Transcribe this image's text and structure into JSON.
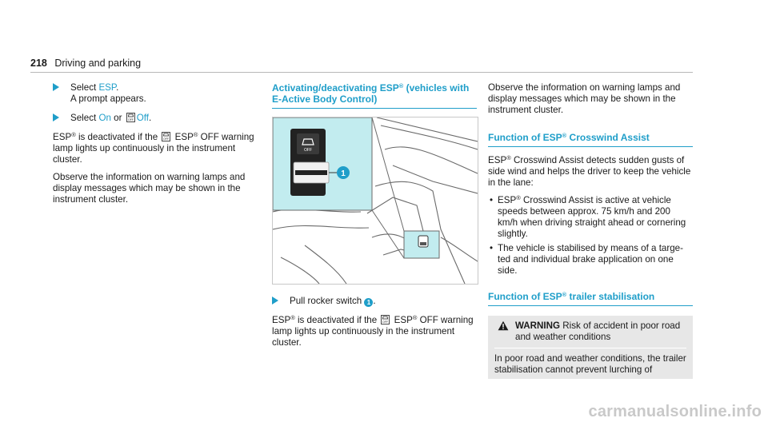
{
  "header": {
    "page_number": "218",
    "section": "Driving and parking"
  },
  "col1": {
    "step1_prefix": "Select ",
    "step1_link": "ESP",
    "step1_suffix": ".",
    "step1_line2": "A prompt appears.",
    "step2_prefix": "Select ",
    "step2_on": "On",
    "step2_or": " or ",
    "step2_off": "Off",
    "step2_suffix": ".",
    "p1_a": "ESP",
    "p1_b": " is deactivated if the ",
    "p1_c": " ESP",
    "p1_d": " OFF warn­ing lamp lights up continuously in the instrument cluster.",
    "p2": "Observe the information on warning lamps and display messages which may be shown in the instrument cluster."
  },
  "col2": {
    "heading_a": "Activating/deactivating ESP",
    "heading_b": " (vehicles with E-Active Body Control)",
    "callout_number": "1",
    "step_prefix": "Pull rocker switch ",
    "step_suffix": ".",
    "p1_a": "ESP",
    "p1_b": " is deactivated if the ",
    "p1_c": " ESP",
    "p1_d": " OFF warn­ing lamp lights up continuously in the instrument cluster."
  },
  "col3": {
    "p1": "Observe the information on warning lamps and display messages which may be shown in the instrument cluster.",
    "h2_a": "Function of ESP",
    "h2_b": " Crosswind Assist",
    "p2_a": "ESP",
    "p2_b": " Crosswind Assist detects sudden gusts of side wind and helps the driver to keep the vehi­cle in the lane:",
    "bullet1_a": "ESP",
    "bullet1_b": " Crosswind Assist is active at vehicle speeds between approx. 75 km/h and 200 km/h when driving straight ahead or cornering slightly.",
    "bullet2": "The vehicle is stabilised by means of a targe­ted and individual brake application on one side.",
    "h3_a": "Function of ESP",
    "h3_b": " trailer stabilisation",
    "warning_title": "WARNING",
    "warning_title_rest": " Risk of accident in poor road and weather conditions",
    "warning_body": "In poor road and weather conditions, the trailer stabilisation cannot prevent lurching of"
  },
  "symbols": {
    "registered": "®",
    "bullet": "•"
  },
  "watermark": "carmanualsonline.info",
  "colors": {
    "accent": "#1f9ec9",
    "highlight": "#c2ecef"
  }
}
